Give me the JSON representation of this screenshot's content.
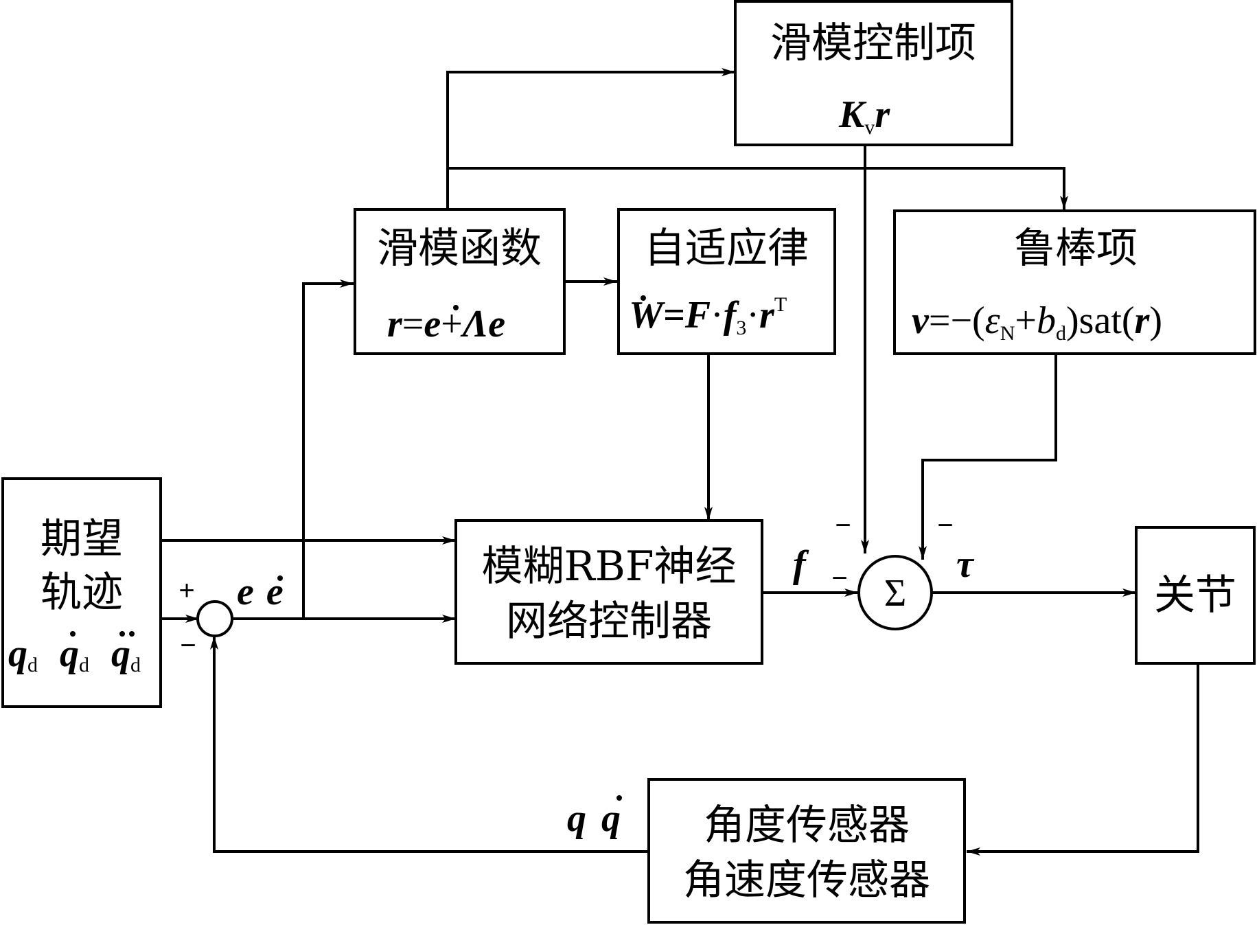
{
  "blocks": {
    "desired": {
      "line1": "期望",
      "line2": "轨迹",
      "q": "q",
      "d": "d"
    },
    "sliding_mode_term": {
      "title": "滑模控制项",
      "K": "K",
      "v": "v",
      "r": "r"
    },
    "sliding_function": {
      "title": "滑模函数",
      "r": "r",
      "eq": "=",
      "e_dot": "e",
      "plus": "+",
      "lambda": "Λ",
      "e": "e"
    },
    "adaptive_law": {
      "title": "自适应律",
      "W": "W",
      "eq": "=",
      "F": "F",
      "dot": "·",
      "f": "f",
      "three": "3",
      "r": "r",
      "T": "T"
    },
    "robust_term": {
      "title": "鲁棒项",
      "v": "v",
      "eq": "=−(",
      "eps": "ε",
      "N": "N",
      "plus": "+",
      "b": "b",
      "d": "d",
      "sat": ")sat(",
      "r": "r",
      "close": ")"
    },
    "controller": {
      "line1": "模糊RBF神经",
      "line2": "网络控制器"
    },
    "joint": {
      "title": "关节"
    },
    "sensors": {
      "line1": "角度传感器",
      "line2": "角速度传感器"
    },
    "sum": {
      "symbol": "Σ"
    }
  },
  "signals": {
    "plus": "+",
    "minus": "−",
    "e": "e",
    "f": "f",
    "tau": "τ",
    "q": "q"
  }
}
